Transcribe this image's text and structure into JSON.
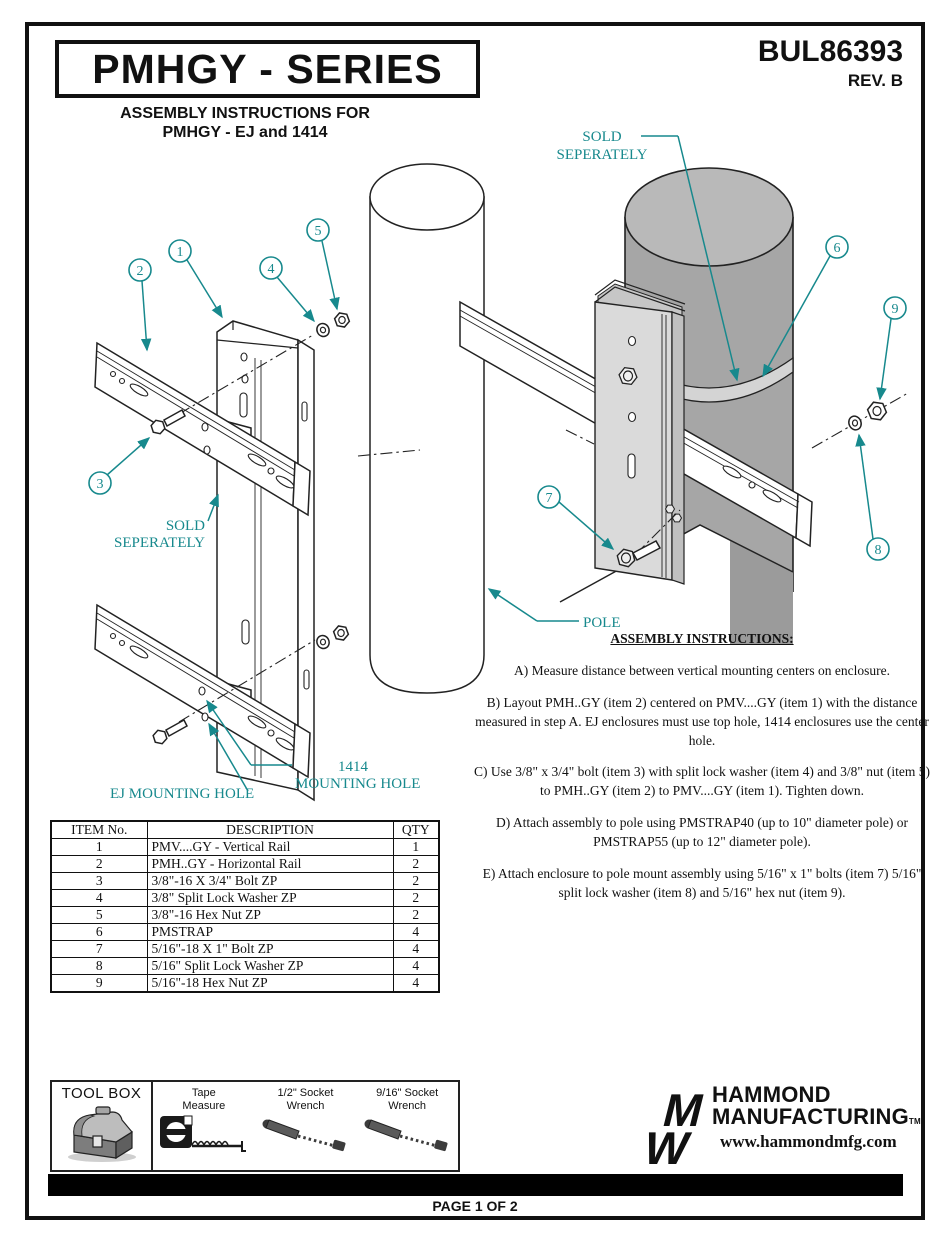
{
  "page": {
    "title": "PMHGY - SERIES",
    "bulletin": "BUL86393",
    "revision": "REV. B",
    "subtitle_line1": "ASSEMBLY INSTRUCTIONS FOR",
    "subtitle_line2": "PMHGY - EJ and 1414",
    "footer": "PAGE 1 OF 2"
  },
  "colors": {
    "callout_teal": "#17898d",
    "pole_gray": "#a6a6a6",
    "pole_top_gray": "#b9b9b9",
    "line_black": "#222222"
  },
  "diagram_left": {
    "callouts": [
      "1",
      "2",
      "3",
      "4",
      "5"
    ],
    "sold_line1": "SOLD",
    "sold_line2": "SEPERATELY",
    "label_1414_line1": "1414",
    "label_1414_line2": "MOUNTING HOLE",
    "label_ej": "EJ MOUNTING HOLE"
  },
  "diagram_right": {
    "callouts": [
      "6",
      "7",
      "8",
      "9"
    ],
    "sold_line1": "SOLD",
    "sold_line2": "SEPERATELY",
    "pole_label": "POLE"
  },
  "instructions": {
    "heading": "ASSEMBLY INSTRUCTIONS:",
    "steps": [
      "A) Measure distance between vertical mounting centers on enclosure.",
      "B) Layout PMH..GY (item 2) centered on PMV....GY (item 1) with the distance measured in step A. EJ enclosures must use top hole, 1414 enclosures use the center hole.",
      "C) Use 3/8\" x 3/4\" bolt (item 3) with split lock washer (item 4) and 3/8\" nut (item 5) to PMH..GY (item 2) to PMV....GY (item 1). Tighten down.",
      "D) Attach assembly to pole using PMSTRAP40 (up to 10\" diameter pole) or PMSTRAP55 (up to 12\" diameter pole).",
      "E) Attach enclosure to pole mount assembly using 5/16\" x 1\" bolts (item 7) 5/16\" split lock washer (item 8) and 5/16\" hex nut (item 9)."
    ]
  },
  "parts_table": {
    "headers": [
      "ITEM No.",
      "DESCRIPTION",
      "QTY"
    ],
    "rows": [
      [
        "1",
        "PMV....GY - Vertical Rail",
        "1"
      ],
      [
        "2",
        "PMH..GY - Horizontal Rail",
        "2"
      ],
      [
        "3",
        "3/8\"-16 X 3/4\" Bolt ZP",
        "2"
      ],
      [
        "4",
        "3/8\" Split Lock Washer ZP",
        "2"
      ],
      [
        "5",
        "3/8\"-16 Hex Nut ZP",
        "2"
      ],
      [
        "6",
        "PMSTRAP",
        "4"
      ],
      [
        "7",
        "5/16\"-18 X 1\" Bolt ZP",
        "4"
      ],
      [
        "8",
        "5/16\" Split Lock Washer ZP",
        "4"
      ],
      [
        "9",
        "5/16\"-18 Hex Nut ZP",
        "4"
      ]
    ]
  },
  "toolbox": {
    "title": "TOOL BOX",
    "tools": [
      {
        "line1": "Tape",
        "line2": "Measure"
      },
      {
        "line1": "1/2\" Socket",
        "line2": "Wrench"
      },
      {
        "line1": "9/16\" Socket",
        "line2": "Wrench"
      }
    ]
  },
  "branding": {
    "line1": "HAMMOND",
    "line2": "MANUFACTURING",
    "tm": "TM",
    "website": "www.hammondmfg.com"
  }
}
